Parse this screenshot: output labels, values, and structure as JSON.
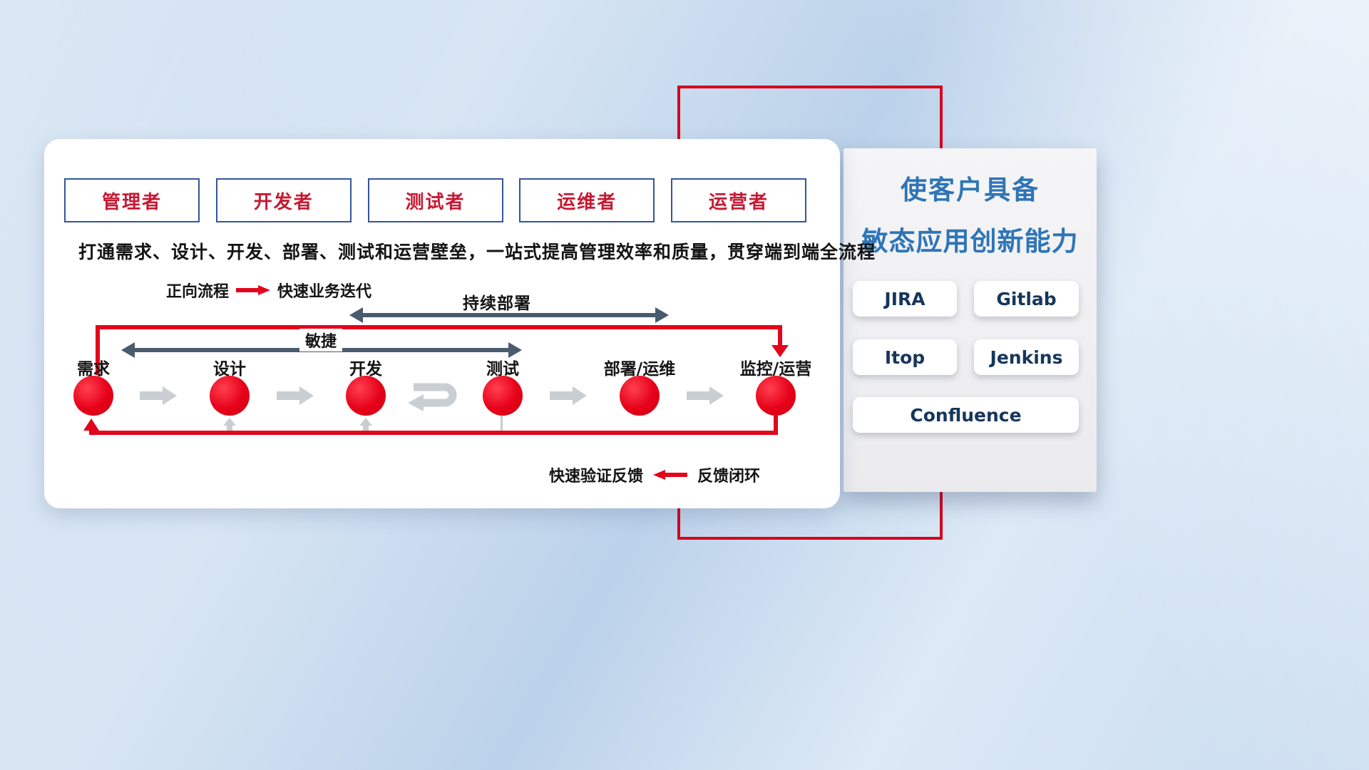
{
  "card": {
    "roles": [
      "管理者",
      "开发者",
      "测试者",
      "运维者",
      "运营者"
    ],
    "subtitle": "打通需求、设计、开发、部署、测试和运营壁垒，一站式提高管理效率和质量，贯穿端到端全流程",
    "forward_legend": {
      "label": "正向流程",
      "desc": "快速业务迭代"
    },
    "cd_label": "持续部署",
    "agile_label": "敏捷",
    "stages": [
      "需求",
      "设计",
      "开发",
      "测试",
      "部署/运维",
      "监控/运营"
    ],
    "feedback_legend": {
      "label": "快速验证反馈",
      "desc": "反馈闭环"
    }
  },
  "panel": {
    "title_line1": "使客户具备",
    "title_line2": "敏态应用创新能力",
    "tools": [
      "JIRA",
      "Gitlab",
      "Itop",
      "Jenkins",
      "Confluence"
    ]
  },
  "colors": {
    "accent_red": "#e2051c",
    "role_text_red": "#c51a33",
    "box_border_navy": "#33559e",
    "panel_title_blue": "#2e75b6",
    "tool_text_navy": "#16365c",
    "dark_arrow": "#4a5b6e",
    "gray_arrow": "#c9ced3"
  }
}
